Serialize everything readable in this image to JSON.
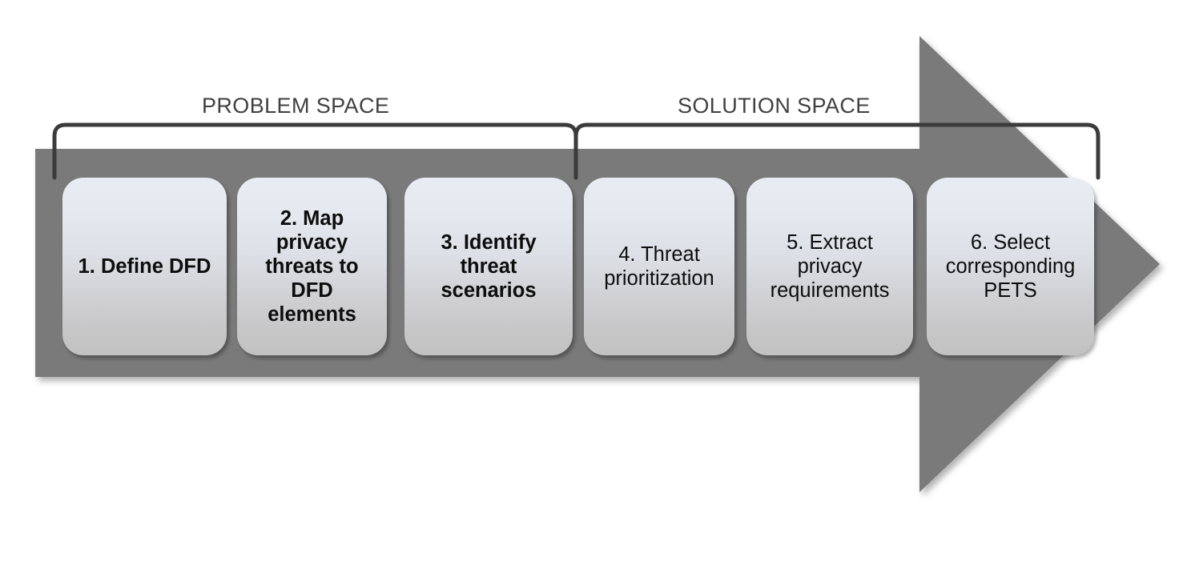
{
  "diagram": {
    "title_visible": false,
    "background_color": "#ffffff",
    "arrow": {
      "name": "process-arrow",
      "fill_color": "#7a7a7a",
      "direction": "right"
    },
    "phases": [
      {
        "id": "problem",
        "label": "PROBLEM SPACE",
        "label_color": "#404040"
      },
      {
        "id": "solution",
        "label": "SOLUTION SPACE",
        "label_color": "#404040"
      }
    ],
    "brace": {
      "stroke_color": "#3b3b3b"
    },
    "steps": [
      {
        "number": "1.",
        "lines": [
          "1. Define DFD"
        ],
        "text": "1. Define DFD",
        "emphasis": "bold",
        "phase": "problem"
      },
      {
        "number": "2.",
        "lines": [
          "2. Map",
          "privacy",
          "threats to",
          "DFD",
          "elements"
        ],
        "text": "2. Map privacy threats to DFD elements",
        "emphasis": "bold",
        "phase": "problem"
      },
      {
        "number": "3.",
        "lines": [
          "3. Identify",
          "threat",
          "scenarios"
        ],
        "text": "3. Identify threat scenarios",
        "emphasis": "bold",
        "phase": "problem"
      },
      {
        "number": "4.",
        "lines": [
          "4. Threat",
          "prioritization"
        ],
        "text": "4. Threat prioritization",
        "emphasis": "regular",
        "phase": "solution"
      },
      {
        "number": "5.",
        "lines": [
          "5. Extract",
          "privacy",
          "requirements"
        ],
        "text": "5. Extract privacy requirements",
        "emphasis": "regular",
        "phase": "solution"
      },
      {
        "number": "6.",
        "lines": [
          "6. Select",
          "corresponding",
          "PETS"
        ],
        "text": "6. Select corresponding PETS",
        "emphasis": "regular",
        "phase": "solution"
      }
    ]
  }
}
